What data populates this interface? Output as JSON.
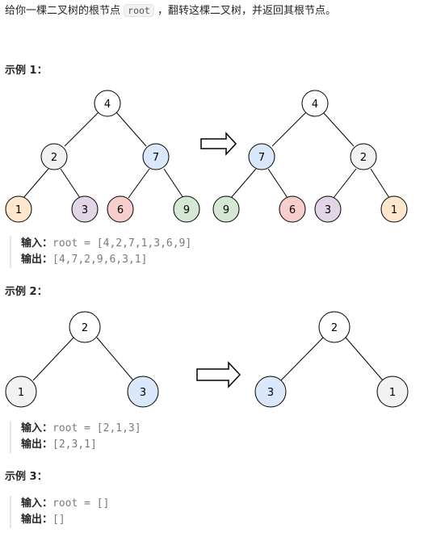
{
  "intro": {
    "before": "给你一棵二叉树的根节点 ",
    "code": "root",
    "after": " ，翻转这棵二叉树，并返回其根节点。"
  },
  "examples": [
    {
      "title": "示例 1：",
      "input_label": "输入：",
      "input_value": "root = [4,2,7,1,3,6,9]",
      "output_label": "输出：",
      "output_value": "[4,7,2,9,6,3,1]"
    },
    {
      "title": "示例 2：",
      "input_label": "输入：",
      "input_value": "root = [2,1,3]",
      "output_label": "输出：",
      "output_value": "[2,3,1]"
    },
    {
      "title": "示例 3：",
      "input_label": "输入：",
      "input_value": "root = []",
      "output_label": "输出：",
      "output_value": "[]"
    }
  ],
  "diagram1": {
    "input_tree": [
      "4",
      "2",
      "7",
      "1",
      "3",
      "6",
      "9"
    ],
    "output_tree": [
      "4",
      "7",
      "2",
      "9",
      "6",
      "3",
      "1"
    ]
  },
  "diagram2": {
    "input_tree": [
      "2",
      "1",
      "3"
    ],
    "output_tree": [
      "2",
      "3",
      "1"
    ]
  },
  "colors": {
    "white_node": "#ffffff",
    "gray_node": "#f2f2f2",
    "blue_node": "#dae8fc",
    "orange_node": "#ffe6cc",
    "purple_node": "#e1d5e7",
    "red_node": "#f8cecc",
    "green_node": "#d5e8d4"
  }
}
